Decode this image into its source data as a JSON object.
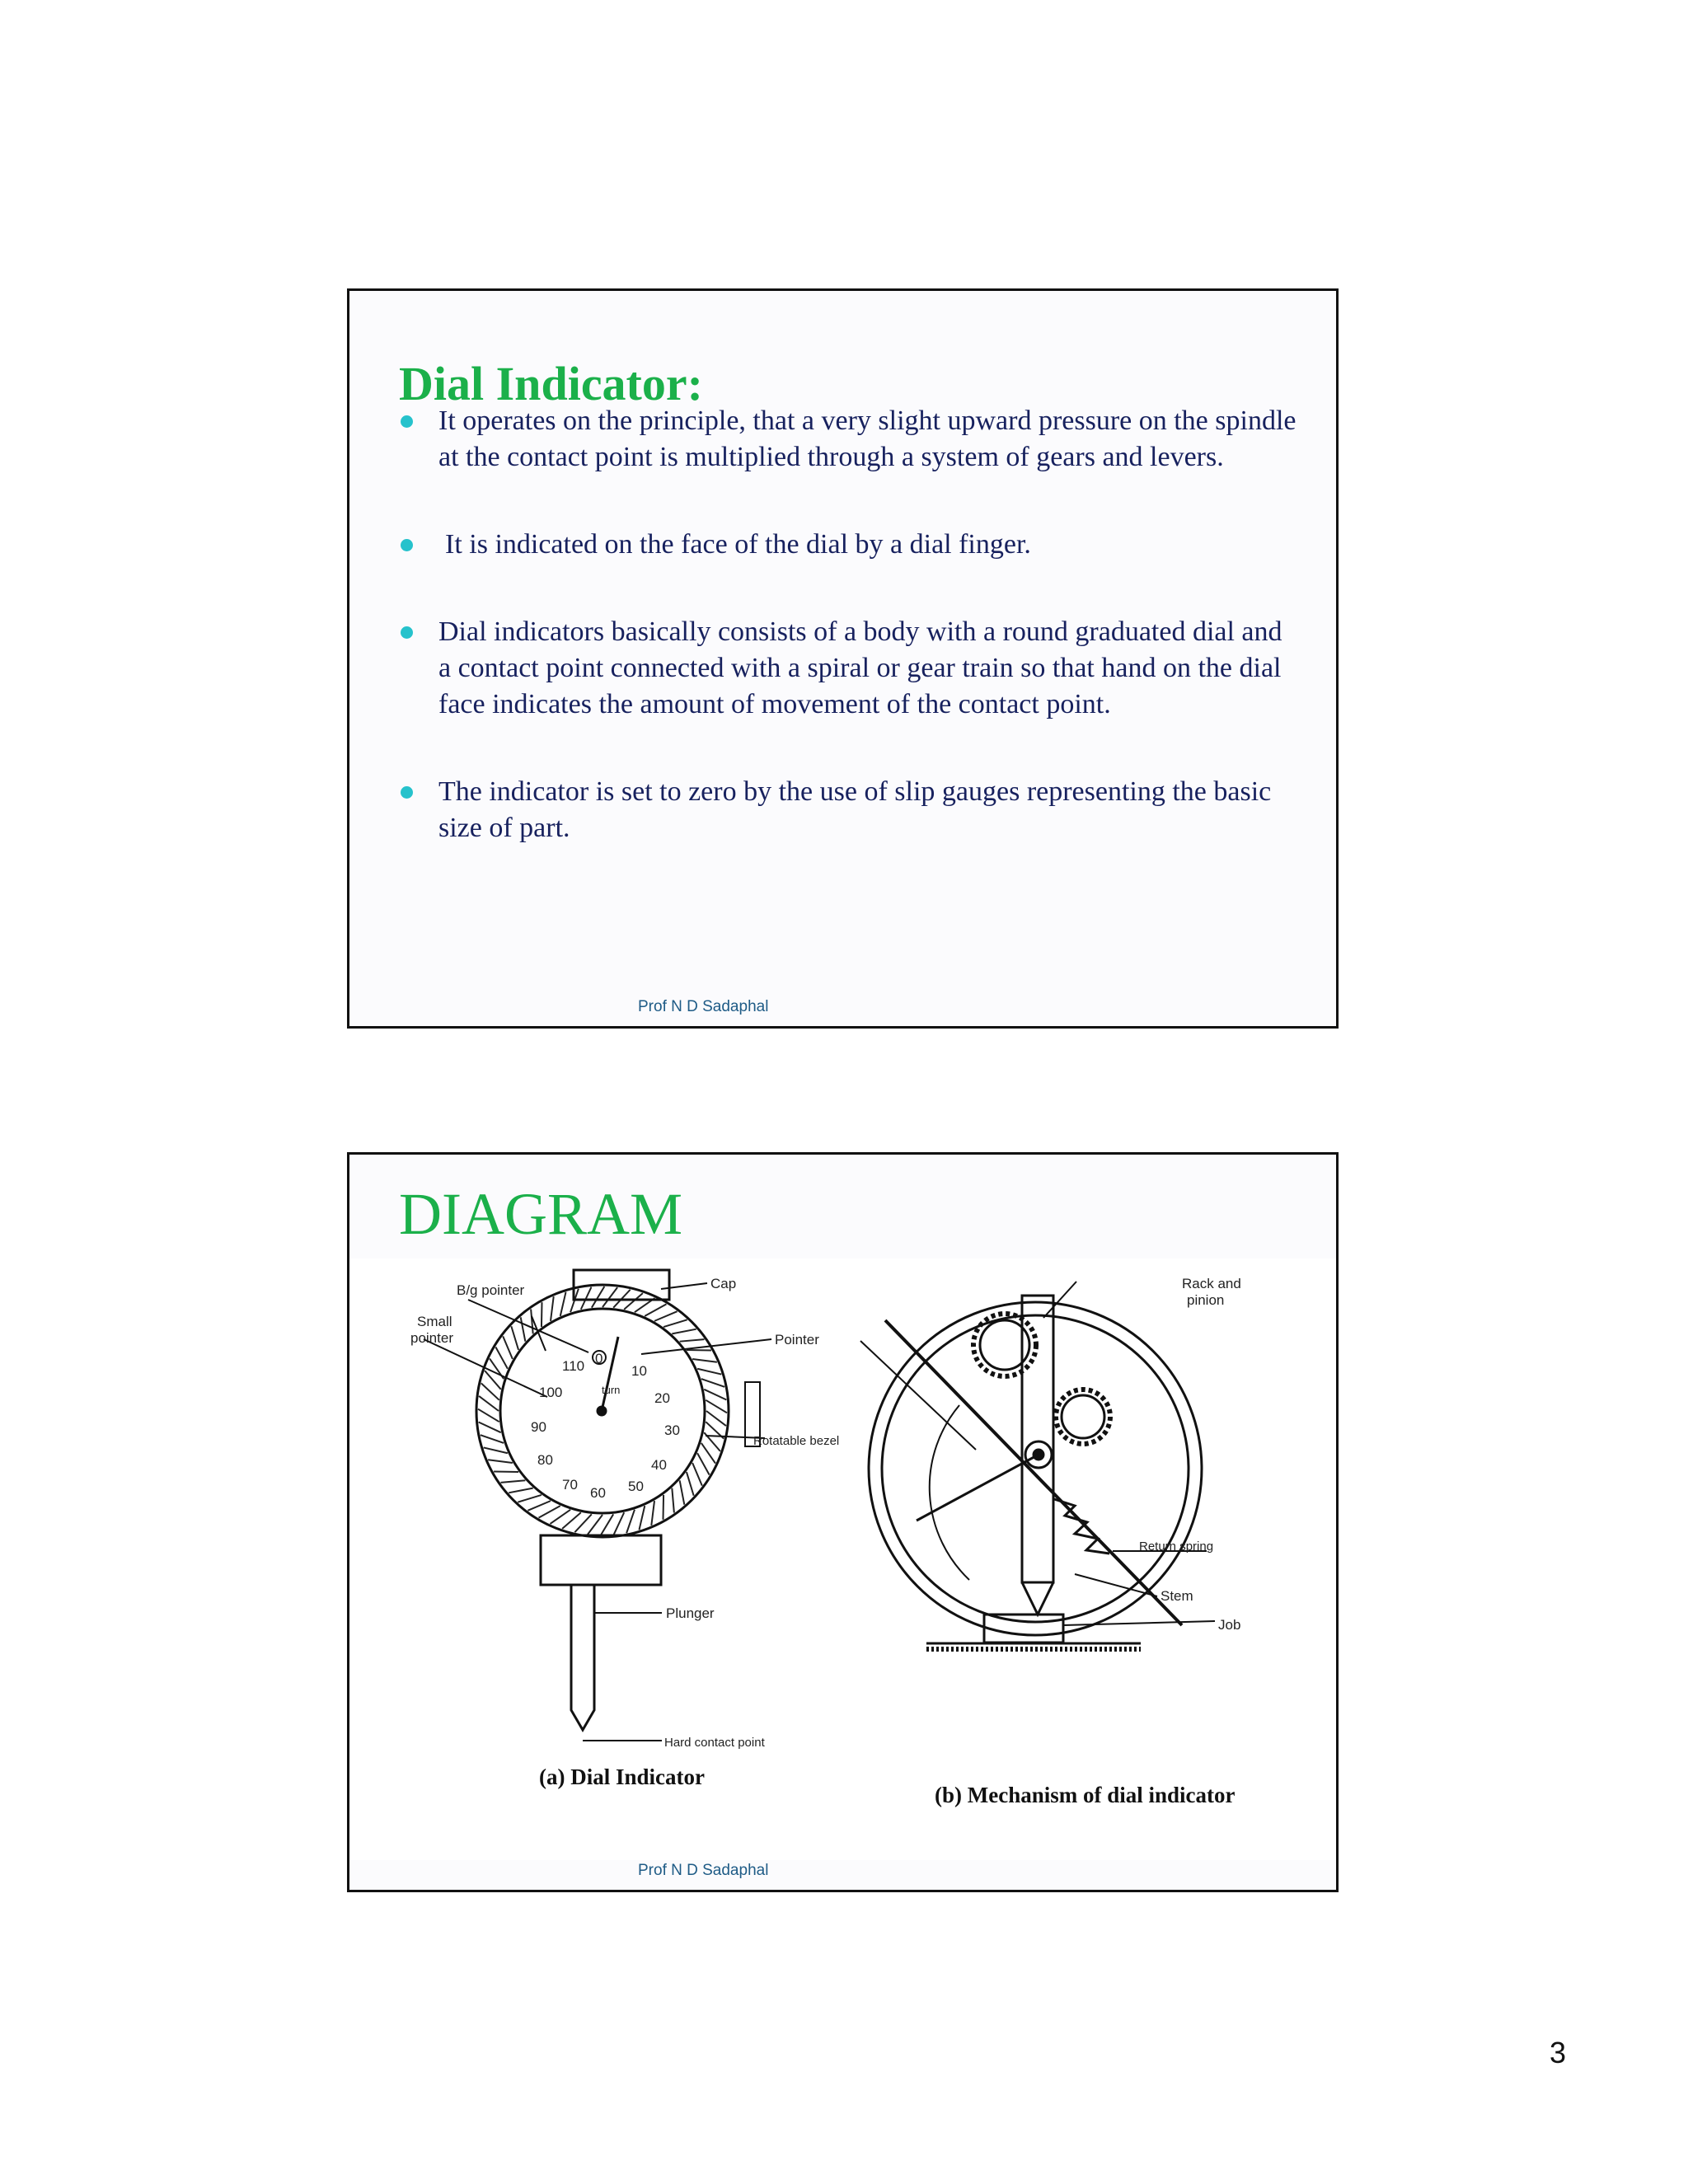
{
  "slides": [
    {
      "title": "Dial Indicator:",
      "bullets": [
        "It operates on the principle, that a very slight upward pressure on the spindle at the contact point is multiplied through a system of gears and levers.",
        "It is indicated on the face of the dial by a dial finger.",
        "Dial indicators basically consists of a body with a round graduated dial and a contact point connected with a spiral or gear train so that hand on the dial face indicates the amount of movement of the contact point.",
        "The indicator is set to zero by the use of slip gauges representing the basic size of part."
      ],
      "footer": "Prof N D Sadaphal"
    },
    {
      "title": "DIAGRAM",
      "footer": "Prof N D Sadaphal",
      "diagram": {
        "left": {
          "labels": {
            "big_pointer": "B/g pointer",
            "cap": "Cap",
            "small_pointer_line1": "Small",
            "small_pointer_line2": "pointer",
            "pointer": "Pointer",
            "rotatable_bezel": "Rotatable bezel",
            "plunger": "Plunger",
            "hard_contact_point": "Hard contact point",
            "turns": "turn"
          },
          "dial_numbers": [
            "0",
            "10",
            "20",
            "30",
            "40",
            "50",
            "60",
            "70",
            "80",
            "90",
            "100",
            "110"
          ],
          "caption": "(a) Dial Indicator"
        },
        "right": {
          "labels": {
            "rack_and_pinion_line1": "Rack and",
            "rack_and_pinion_line2": "pinion",
            "return_spring": "Return spring",
            "stem": "Stem",
            "job": "Job"
          },
          "caption": "(b) Mechanism of dial indicator"
        }
      }
    }
  ],
  "page_number": "3"
}
